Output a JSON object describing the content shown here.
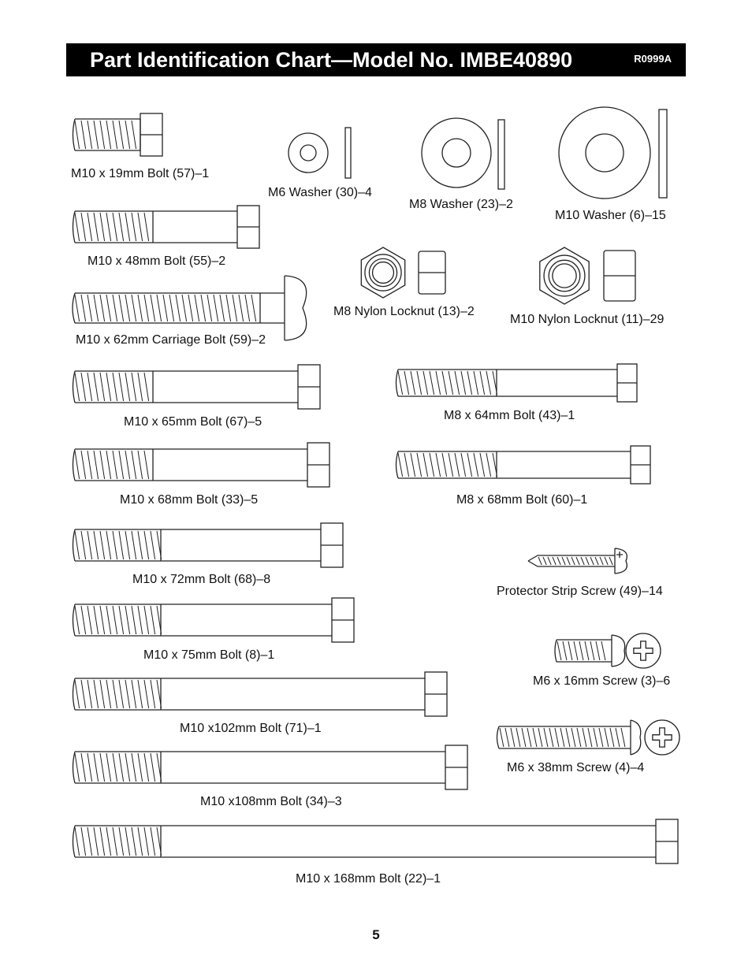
{
  "header": {
    "title": "Part Identification Chart—Model No. IMBE40890",
    "ref_code": "R0999A"
  },
  "parts": {
    "bolt_m10x19": "M10 x 19mm Bolt (57)–1",
    "washer_m6": "M6 Washer (30)–4",
    "washer_m8": "M8 Washer (23)–2",
    "washer_m10": "M10 Washer (6)–15",
    "bolt_m10x48": "M10 x 48mm Bolt (55)–2",
    "locknut_m8": "M8 Nylon Locknut (13)–2",
    "locknut_m10": "M10 Nylon Locknut (11)–29",
    "carriage_m10x62": "M10 x 62mm Carriage Bolt (59)–2",
    "bolt_m10x65": "M10 x 65mm Bolt (67)–5",
    "bolt_m8x64": "M8 x 64mm Bolt (43)–1",
    "bolt_m10x68": "M10 x 68mm Bolt (33)–5",
    "bolt_m8x68": "M8 x 68mm Bolt (60)–1",
    "bolt_m10x72": "M10 x 72mm Bolt (68)–8",
    "protector_screw": "Protector Strip Screw (49)–14",
    "bolt_m10x75": "M10 x 75mm Bolt (8)–1",
    "screw_m6x16": "M6 x 16mm Screw (3)–6",
    "bolt_m10x102": "M10 x102mm Bolt (71)–1",
    "screw_m6x38": "M6 x 38mm Screw (4)–4",
    "bolt_m10x108": "M10 x108mm Bolt (34)–3",
    "bolt_m10x168": "M10 x 168mm Bolt (22)–1"
  },
  "footer": {
    "page_number": "5"
  }
}
